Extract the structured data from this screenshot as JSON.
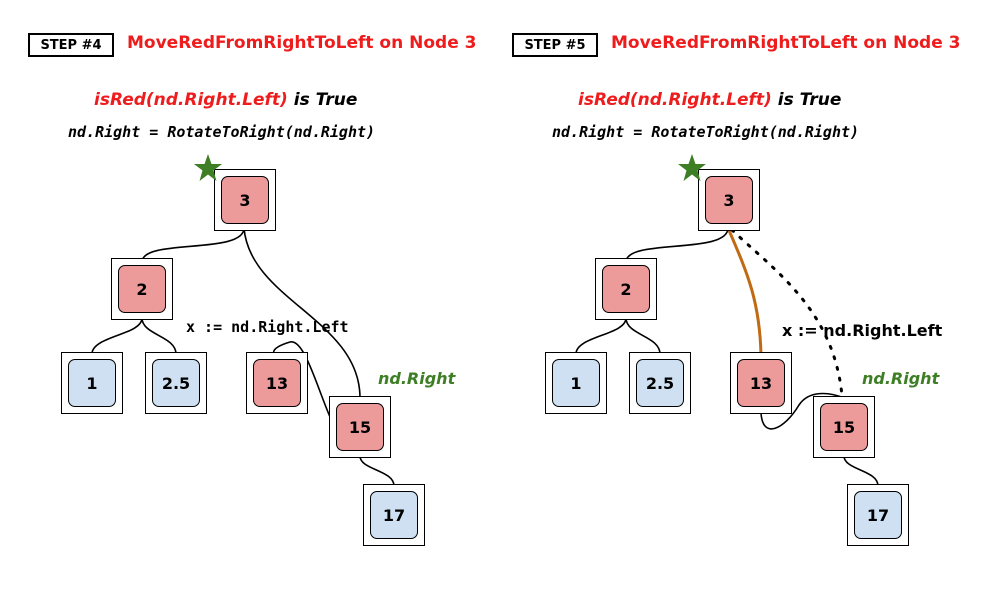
{
  "colors": {
    "red_text": "#ee1c1c",
    "green_text": "#3e7f26",
    "red_node": "#ec9a9a",
    "black_node": "#cfe0f3",
    "rotated_edge": "#c06a14",
    "star": "#3e7f26"
  },
  "left": {
    "step": "STEP #4",
    "title": "MoveRedFromRightToLeft on Node 3",
    "cond_red": "isRed(nd.Right.Left)",
    "cond_black": " is True",
    "code": "nd.Right = RotateToRight(nd.Right)",
    "x_label": "x := nd.Right.Left",
    "nd_right_label": "nd.Right",
    "nodes": {
      "n3": "3",
      "n2": "2",
      "n1": "1",
      "n25": "2.5",
      "n13": "13",
      "n15": "15",
      "n17": "17"
    },
    "marker_icon": "star-icon"
  },
  "right": {
    "step": "STEP #5",
    "title": "MoveRedFromRightToLeft on Node 3",
    "cond_red": "isRed(nd.Right.Left)",
    "cond_black": " is True",
    "code": "nd.Right = RotateToRight(nd.Right)",
    "x_label": "x := nd.Right.Left",
    "nd_right_label": "nd.Right",
    "nodes": {
      "n3": "3",
      "n2": "2",
      "n1": "1",
      "n25": "2.5",
      "n13": "13",
      "n15": "15",
      "n17": "17"
    },
    "marker_icon": "star-icon"
  }
}
